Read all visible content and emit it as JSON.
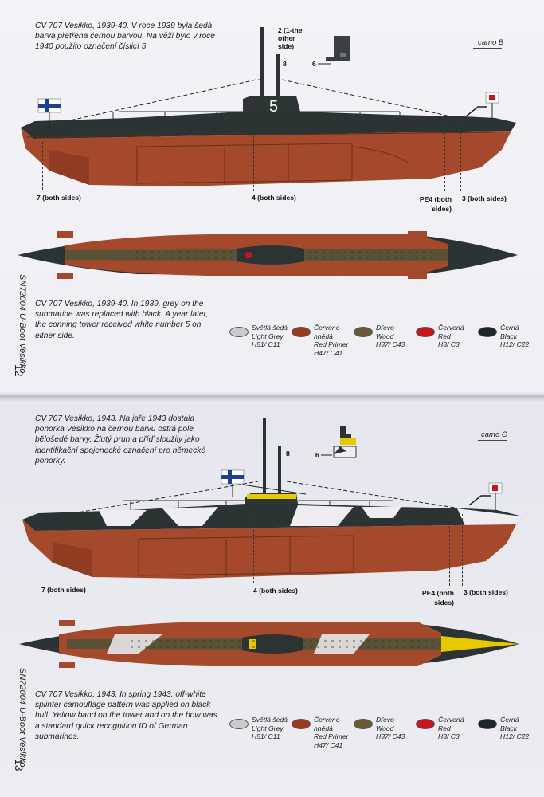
{
  "pages": [
    {
      "id": "top",
      "caption_cz": "CV 707 Vesikko, 1939-40. V roce 1939 byla šedá barva přetřena černou barvou. Na věži bylo v roce 1940 použito označení číslicí 5.",
      "caption_en": "CV 707 Vesikko, 1939-40. In 1939, grey on the submarine was replaced with black. A year later, the conning tower received white number 5 on either side.",
      "camo": "camo B",
      "spine": "SN72004 U-Boot Vesikko",
      "page_number": "12",
      "tower_number": "5",
      "callouts": {
        "two": "2 (1-the other side)",
        "eight": "8",
        "six": "6",
        "seven": "7 (both sides)",
        "four": "4 (both sides)",
        "pe4": "PE4 (both sides)",
        "three": "3 (both sides)"
      }
    },
    {
      "id": "bottom",
      "caption_cz": "CV 707 Vesikko, 1943. Na jaře 1943 dostala ponorka Vesikko na černou barvu ostrá pole bělošedé barvy. Žlutý pruh a příď sloužily jako identifikační spojenecké označení pro německé ponorky.",
      "caption_en": "CV 707 Vesikko, 1943. In spring 1943, off-white splinter camouflage pattern was applied on black hull. Yellow band on the tower and on the bow was a standard quick recognition ID of German submarines.",
      "camo": "camo C",
      "spine": "SN72004 U-Boot Vesikko",
      "page_number": "13",
      "callouts": {
        "eight": "8",
        "six": "6",
        "seven": "7 (both sides)",
        "four": "4 (both sides)",
        "pe4": "PE4 (both sides)",
        "three": "3 (both sides)"
      }
    }
  ],
  "paints": [
    {
      "lines": [
        "Světlá šedá",
        "Light Grey",
        "H51/ C11"
      ],
      "color": "#c9c9cf"
    },
    {
      "lines": [
        "Červeno-",
        "hnědá",
        "Red Primer",
        "H47/ C41"
      ],
      "color": "#9a3b22"
    },
    {
      "lines": [
        "Dřevo",
        "Wood",
        "H37/ C43"
      ],
      "color": "#6b5a3a"
    },
    {
      "lines": [
        "Červená",
        "Red",
        "H3/ C3"
      ],
      "color": "#c8141e"
    },
    {
      "lines": [
        "Černá",
        "Black",
        "H12/ C22"
      ],
      "color": "#1f262b"
    }
  ],
  "colors": {
    "hull_red": "#a4492b",
    "hull_black": "#2b3333",
    "splinter_white": "#eeeef2",
    "deck_wood": "#5a5236",
    "yellow": "#e8c800",
    "flag_blue": "#1f3f8f"
  }
}
